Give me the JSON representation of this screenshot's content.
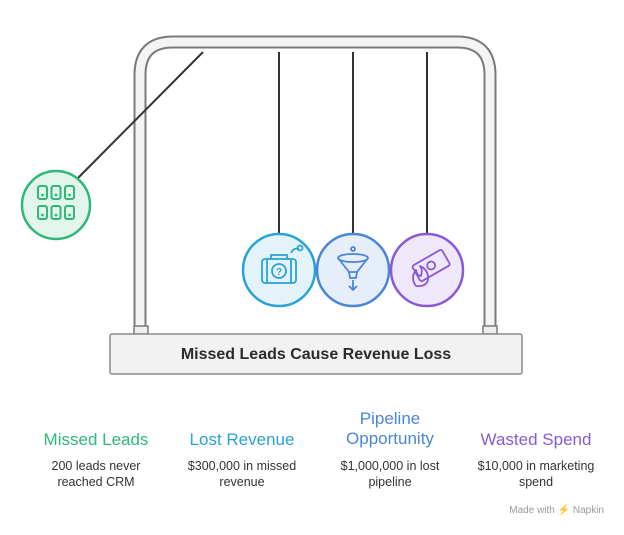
{
  "title": "Missed Leads Cause Revenue Loss",
  "colors": {
    "green": "#2fb878",
    "blue": "#27a3d6",
    "mid_blue": "#4a86d6",
    "purple": "#8a5ad6",
    "frame": "#7a7a7a",
    "base_fill": "#f2f2f2"
  },
  "items": [
    {
      "title": "Missed Leads",
      "desc_line1": "200 leads never",
      "desc_line2": "reached CRM",
      "icon": "phone-keypad-icon",
      "color": "#2fb878"
    },
    {
      "title": "Lost Revenue",
      "desc_line1": "$300,000 in missed",
      "desc_line2": "revenue",
      "icon": "briefcase-question-icon",
      "color": "#27a3d6"
    },
    {
      "title_line1": "Pipeline",
      "title_line2": "Opportunity",
      "desc_line1": "$1,000,000 in lost",
      "desc_line2": "pipeline",
      "icon": "funnel-icon",
      "color": "#4a86d6"
    },
    {
      "title": "Wasted Spend",
      "desc_line1": "$10,000 in marketing",
      "desc_line2": "spend",
      "icon": "burning-money-icon",
      "color": "#8a5ad6"
    }
  ],
  "credit": "Made with ⚡ Napkin"
}
